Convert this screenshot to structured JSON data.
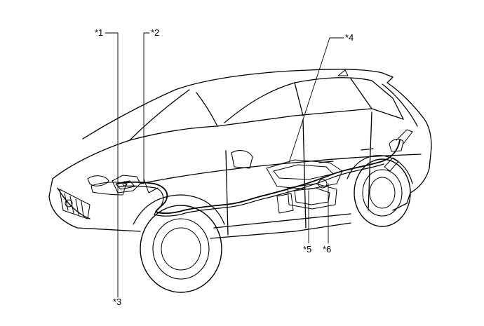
{
  "callouts": {
    "c1": "*1",
    "c2": "*2",
    "c3": "*3",
    "c4": "*4",
    "c5": "*5",
    "c6": "*6"
  },
  "colors": {
    "line": "#000000",
    "background": "#ffffff"
  }
}
